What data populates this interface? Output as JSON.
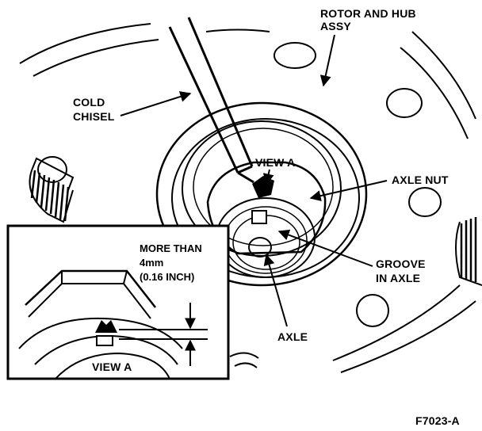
{
  "labels": {
    "rotor_line1": "ROTOR AND HUB",
    "rotor_line2": "ASSY",
    "chisel_line1": "COLD",
    "chisel_line2": "CHISEL",
    "view_a": "VIEW A",
    "axle_nut": "AXLE NUT",
    "groove_line1": "GROOVE",
    "groove_line2": "IN AXLE",
    "axle": "AXLE",
    "inset_line1": "MORE THAN",
    "inset_line2": "4mm",
    "inset_line3": "(0.16 INCH)",
    "inset_view_a": "VIEW A",
    "figure_id": "F7023-A"
  },
  "colors": {
    "ink": "#000000",
    "paper": "#ffffff"
  }
}
